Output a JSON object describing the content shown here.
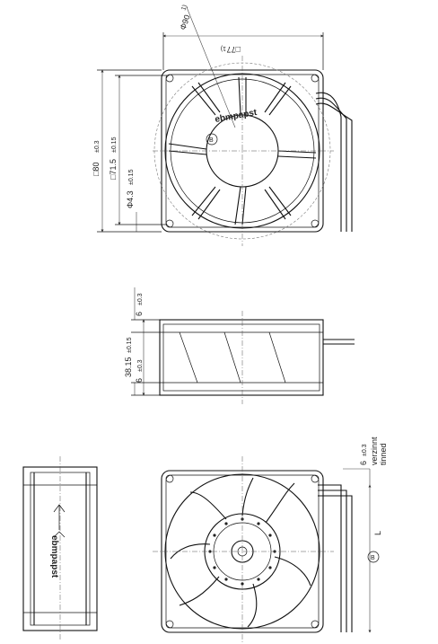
{
  "top_view": {
    "dia_label": "Φ90",
    "dia_note": "1)",
    "width_label": "□77",
    "width_note": "1)",
    "outer_label": "□80",
    "outer_tol": "±0.3",
    "hole_pitch_label": "□71.5",
    "hole_pitch_tol": "±0.15",
    "hole_label": "Φ4.3",
    "hole_tol": "±0.15",
    "marker": "B",
    "brand": "ebmpapst"
  },
  "side_view": {
    "top_label": "6",
    "top_tol": "±0.3",
    "depth_label": "38.15",
    "depth_tol": "±0.15",
    "bottom_label": "6",
    "bottom_tol": "±0.3"
  },
  "rear_view": {
    "lead_label": "6",
    "lead_tol": "±0.3",
    "tinned_de": "verzinnt",
    "tinned_en": "tinned",
    "length_label": "L",
    "marker": "B"
  },
  "left_view": {
    "brand": "ebmpapst"
  }
}
